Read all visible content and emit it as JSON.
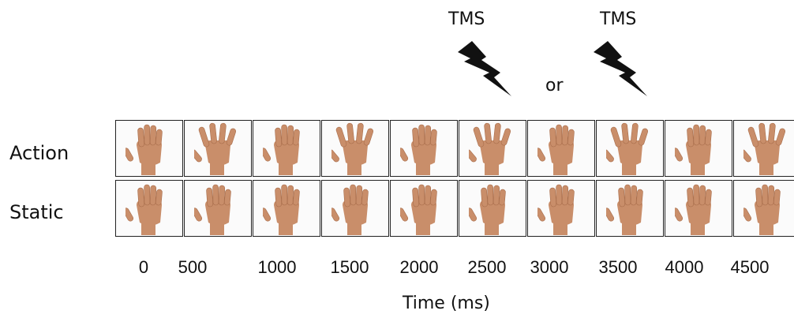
{
  "stimulus_labels": {
    "tms_1": "TMS",
    "tms_2": "TMS",
    "or": "or"
  },
  "rows": [
    {
      "label": "Action",
      "frames": [
        "open",
        "spread",
        "open",
        "spread",
        "open",
        "spread",
        "open",
        "spread",
        "open",
        "spread"
      ]
    },
    {
      "label": "Static",
      "frames": [
        "open",
        "open",
        "open",
        "open",
        "open",
        "open",
        "open",
        "open",
        "open",
        "open"
      ]
    }
  ],
  "time_ticks": [
    "0",
    "500",
    "1000",
    "1500",
    "2000",
    "2500",
    "3000",
    "3500",
    "4000",
    "4500"
  ],
  "axis_label": "Time (ms)",
  "icons": {
    "pulse": "lightning-bolt-icon",
    "frame": "hand-icon"
  },
  "colors": {
    "skin": "#c98e6a",
    "skin_shadow": "#a86d4b",
    "bolt": "#111111",
    "frame_border": "#222222"
  }
}
